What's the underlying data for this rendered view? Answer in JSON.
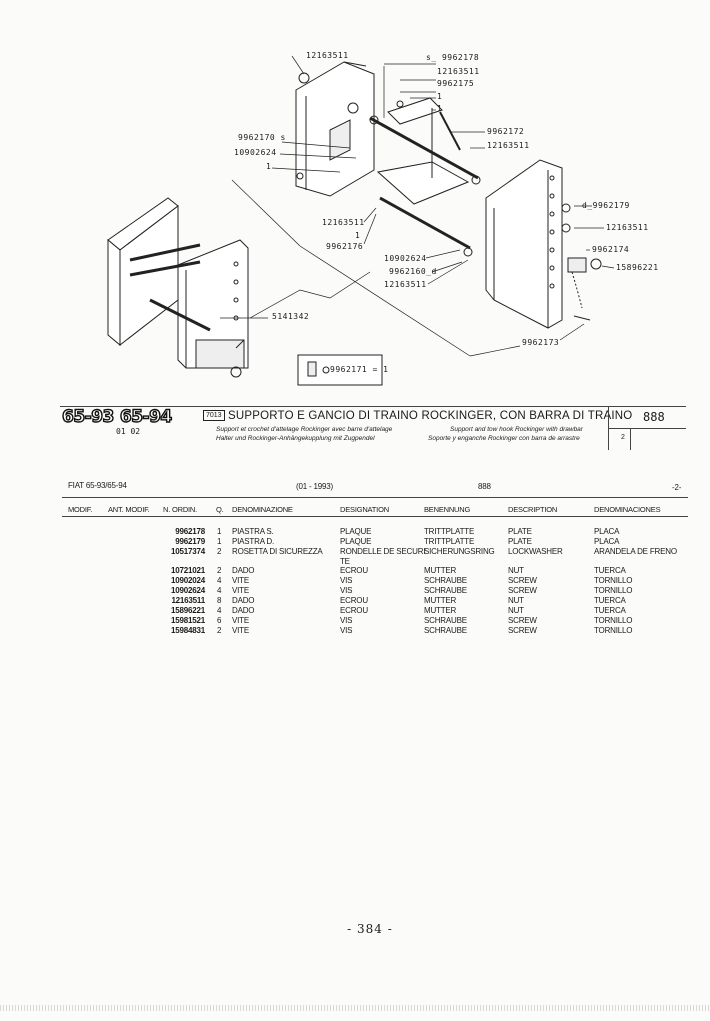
{
  "diagram": {
    "callouts": {
      "c1": "12163511",
      "c2": "s_ 9962178",
      "c3": "12163511",
      "c4": "9962175",
      "c5": "1",
      "c6": "1",
      "c7": "9962172",
      "c8": "12163511",
      "c9": "9962170 s",
      "c10": "10902624",
      "c11": "1",
      "c12": "12163511",
      "c13": "1",
      "c14": "9962176",
      "c15": "10902624",
      "c16": "9962160_d",
      "c17": "12163511",
      "c18": "d_9962179",
      "c19": "12163511",
      "c20": "9962174",
      "c21": "15896221",
      "c22": "9962173",
      "c23": "5141342"
    },
    "inset_label": "9962171 = 1"
  },
  "header": {
    "models": [
      "65-93",
      "65-94"
    ],
    "variant": "01  02",
    "group_box": "7013",
    "title_it": "SUPPORTO E GANCIO DI TRAINO ROCKINGER, CON BARRA DI TRAINO",
    "sub_fr": "Support et crochet d'attelage Rockinger avec barre d'attelage",
    "sub_de": "Halter und Rockinger-Anhängekupplung mit Zugpendel",
    "sub_en": "Support and tow hook Rockinger with drawbar",
    "sub_es": "Soporte y enganche Rockinger con barra de arrastre",
    "group_number": "888",
    "sheet": "2"
  },
  "meta": {
    "model": "FIAT 65-93/65-94",
    "date": "(01 - 1993)",
    "group": "888",
    "sheet": "-2-"
  },
  "columns": {
    "modif": "MODIF.",
    "ant_modif": "ANT. MODIF.",
    "n_ordin": "N. ORDIN.",
    "q": "Q.",
    "denominazione": "DENOMINAZIONE",
    "designation": "DESIGNATION",
    "benennung": "BENENNUNG",
    "description": "DESCRIPTION",
    "denominaciones": "DENOMINACIONES"
  },
  "parts": [
    {
      "ord": "9962178",
      "q": "1",
      "it": "PIASTRA S.",
      "fr": "PLAQUE",
      "de": "TRITTPLATTE",
      "en": "PLATE",
      "es": "PLACA"
    },
    {
      "ord": "9962179",
      "q": "1",
      "it": "PIASTRA D.",
      "fr": "PLAQUE",
      "de": "TRITTPLATTE",
      "en": "PLATE",
      "es": "PLACA"
    },
    {
      "ord": "10517374",
      "q": "2",
      "it": "ROSETTA DI SICUREZZA",
      "fr": "RONDELLE DE SECURI",
      "de": "SICHERUNGSRING",
      "en": "LOCKWASHER",
      "es": "ARANDELA DE FRENO"
    },
    {
      "ord": "",
      "q": "",
      "it": "",
      "fr": "TE",
      "de": "",
      "en": "",
      "es": ""
    },
    {
      "ord": "10721021",
      "q": "2",
      "it": "DADO",
      "fr": "ECROU",
      "de": "MUTTER",
      "en": "NUT",
      "es": "TUERCA"
    },
    {
      "ord": "10902024",
      "q": "4",
      "it": "VITE",
      "fr": "VIS",
      "de": "SCHRAUBE",
      "en": "SCREW",
      "es": "TORNILLO"
    },
    {
      "ord": "10902624",
      "q": "4",
      "it": "VITE",
      "fr": "VIS",
      "de": "SCHRAUBE",
      "en": "SCREW",
      "es": "TORNILLO"
    },
    {
      "ord": "12163511",
      "q": "8",
      "it": "DADO",
      "fr": "ECROU",
      "de": "MUTTER",
      "en": "NUT",
      "es": "TUERCA"
    },
    {
      "ord": "15896221",
      "q": "4",
      "it": "DADO",
      "fr": "ECROU",
      "de": "MUTTER",
      "en": "NUT",
      "es": "TUERCA"
    },
    {
      "ord": "15981521",
      "q": "6",
      "it": "VITE",
      "fr": "VIS",
      "de": "SCHRAUBE",
      "en": "SCREW",
      "es": "TORNILLO"
    },
    {
      "ord": "15984831",
      "q": "2",
      "it": "VITE",
      "fr": "VIS",
      "de": "SCHRAUBE",
      "en": "SCREW",
      "es": "TORNILLO"
    }
  ],
  "page_number": "- 384 -"
}
